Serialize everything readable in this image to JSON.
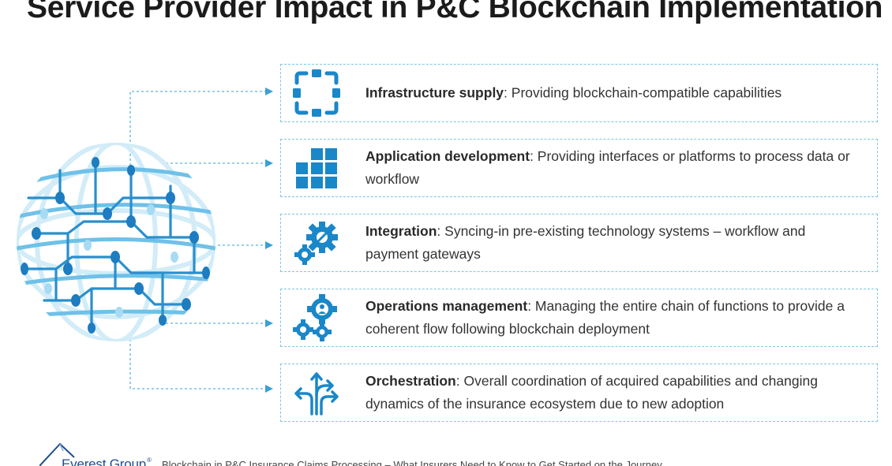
{
  "title": "Service Provider Impact in P&C Blockchain Implementation",
  "colors": {
    "accent": "#1a87c9",
    "connector": "#5ab5dc",
    "card_border": "#7dc6e3",
    "brand": "#1e4e8c"
  },
  "globe": {
    "icon": "globe-network-icon"
  },
  "items": [
    {
      "icon": "infrastructure-frame-icon",
      "heading": "Infrastructure supply",
      "description": ": Providing blockchain-compatible capabilities"
    },
    {
      "icon": "application-grid-icon",
      "heading": "Application development",
      "description": ": Providing interfaces or platforms to process data or workflow"
    },
    {
      "icon": "integration-gears-icon",
      "heading": "Integration",
      "description": ": Syncing-in pre-existing technology systems – workflow and payment gateways"
    },
    {
      "icon": "operations-gears-icon",
      "heading": "Operations management",
      "description": ": Managing the entire chain of functions to provide a coherent flow following blockchain deployment"
    },
    {
      "icon": "orchestration-arrows-icon",
      "heading": "Orchestration",
      "description": ": Overall coordination of acquired capabilities and changing dynamics of the insurance ecosystem due to new adoption"
    }
  ],
  "footer": {
    "brand": "Everest Group",
    "brand_mark": "®",
    "caption": "Blockchain in P&C Insurance Claims Processing – What Insurers Need to Know to Get Started on the Journey"
  }
}
